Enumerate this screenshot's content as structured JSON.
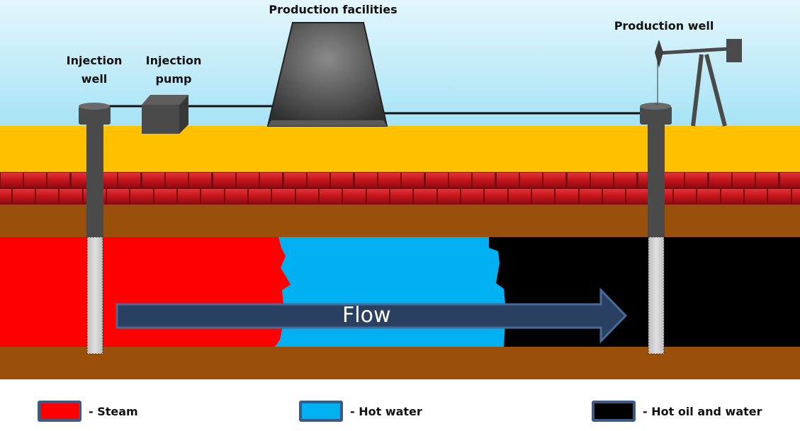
{
  "diagram": {
    "title_labels": {
      "injection_well": [
        "Injection",
        "well"
      ],
      "injection_pump": [
        "Injection",
        "pump"
      ],
      "production_facilities": "Production facilities",
      "production_well": "Production well"
    },
    "flow_label": "Flow",
    "zones": [
      {
        "id": "steam",
        "color": "#ff0000"
      },
      {
        "id": "hot_water",
        "color": "#00b0f0"
      },
      {
        "id": "hot_oil_water",
        "color": "#000000"
      }
    ],
    "layers": [
      {
        "id": "sky",
        "color": "#c8ecf7"
      },
      {
        "id": "sand",
        "color": "#ffc000"
      },
      {
        "id": "brick",
        "color": "#c0141c"
      },
      {
        "id": "soil",
        "color": "#9a4f0a"
      }
    ]
  },
  "legend": [
    {
      "label": "- Steam",
      "color": "#ff0000"
    },
    {
      "label": "- Hot water",
      "color": "#00b0f0"
    },
    {
      "label": "- Hot oil and water",
      "color": "#000000"
    }
  ]
}
